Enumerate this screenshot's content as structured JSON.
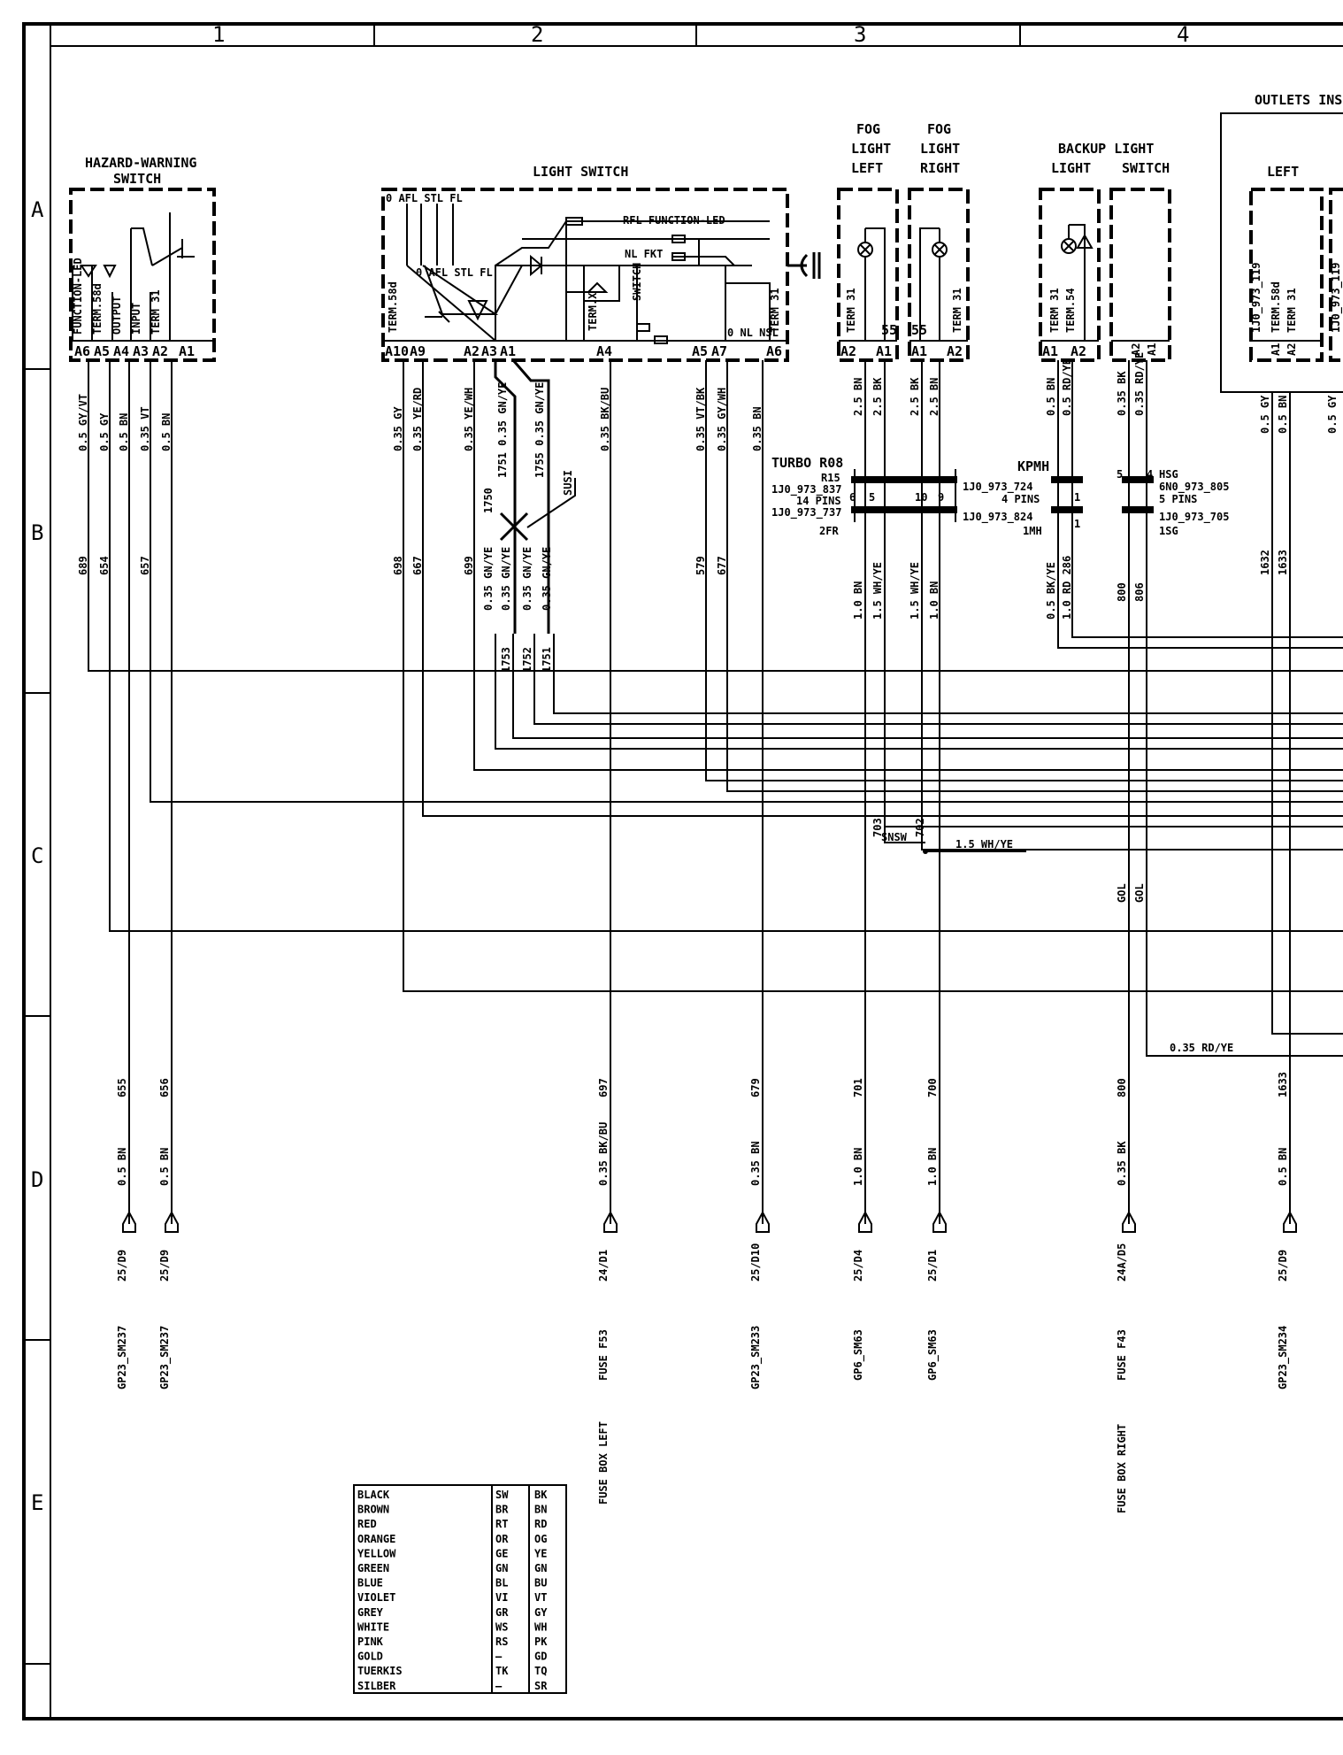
{
  "grid": {
    "columns": [
      "1",
      "2",
      "3",
      "4"
    ],
    "rows": [
      "A",
      "B",
      "C",
      "D",
      "E"
    ]
  },
  "components": {
    "hazard": {
      "title1": "HAZARD-WARNING",
      "title2": "SWITCH",
      "pins": [
        "A6",
        "A5",
        "A4",
        "A3",
        "A2",
        "A1"
      ],
      "labels": [
        "FUNCTION-LED",
        "TERM.58d",
        "OUTPUT",
        "INPUT",
        "TERM 31"
      ]
    },
    "light_switch": {
      "title": "LIGHT SWITCH",
      "pins": [
        "A10",
        "A9",
        "A2",
        "A3",
        "A1",
        "A4",
        "A5",
        "A7",
        "A6"
      ],
      "labels": [
        "TERM.58d",
        "0 AFL STL FL",
        "0 AFL STL FL",
        "RFL FUNCTION-LED",
        "NL FKT",
        "TERM.X",
        "SWITCH",
        "TERM 31",
        "0 NL NSL"
      ]
    },
    "fog_left": {
      "title1": "FOG",
      "title2": "LIGHT",
      "title3": "LEFT",
      "pins": [
        "A2",
        "A1"
      ],
      "term": "TERM 31",
      "pin_no": "55"
    },
    "fog_right": {
      "title1": "FOG",
      "title2": "LIGHT",
      "title3": "RIGHT",
      "pins": [
        "A1",
        "A2"
      ],
      "term": "TERM 31",
      "pin_no": "55"
    },
    "backup": {
      "title1": "BACKUP LIGHT",
      "title2": "LIGHT",
      "title3": "SWITCH",
      "pins": [
        "A1",
        "A2",
        "A2",
        "A1"
      ],
      "labels": [
        "TERM 31",
        "TERM.54"
      ]
    },
    "outlets": {
      "title": "OUTLETS INST",
      "sub": "LEFT",
      "labels": [
        "1J0_973_119",
        "TERM.58d",
        "TERM 31",
        "1J0_973_119"
      ],
      "pins": [
        "A1",
        "A2"
      ]
    }
  },
  "wires": {
    "hazard": [
      "0.5 GY/VT",
      "0.5 GY",
      "0.5 BN",
      "0.35 VT",
      "0.5 BN"
    ],
    "hazard_ids": [
      "689",
      "654",
      "657"
    ],
    "ls": [
      "0.35 GY",
      "0.35 YE/RD",
      "0.35 YE/WH",
      "1751 0.35 GN/YE",
      "1755 0.35 GN/YE",
      "0.35 BK/BU",
      "0.35 VT/BK",
      "0.35 GY/WH",
      "0.35 BN"
    ],
    "ls_ids": [
      "698",
      "667",
      "699",
      "1750",
      "579",
      "677"
    ],
    "ls_lower": [
      "0.35 GN/YE",
      "0.35 GN/YE",
      "0.35 GN/YE",
      "0.35 GN/YE"
    ],
    "ls_lower_ids": [
      "1753",
      "1752",
      "1751"
    ],
    "susi": "SUSI",
    "fog": [
      "2.5 BN",
      "2.5 BK",
      "2.5 BK",
      "2.5 BN"
    ],
    "fog_lower": [
      "1.0 BN",
      "1.5 WH/YE",
      "1.5 WH/YE",
      "1.0 BN"
    ],
    "backup": [
      "0.5 BN",
      "0.5 RD/YE",
      "0.35 BK",
      "0.35 RD/YE"
    ],
    "backup_lower": [
      "0.5 BK/YE",
      "1.0 RD 286",
      "800",
      "806"
    ],
    "outlets": [
      "0.5 GY",
      "0.5 BN",
      "0.5 GY"
    ],
    "outlets_ids": [
      "1632",
      "1633",
      "1633"
    ]
  },
  "connectors": {
    "turbo": {
      "name": "TURBO R08",
      "r": "R15",
      "part1": "1J0_973_837",
      "pins": "14 PINS",
      "part2": "1J0_973_737",
      "fr": "2FR",
      "nums": [
        "6",
        "5",
        "10",
        "9"
      ]
    },
    "kpmh": {
      "name": "KPMH",
      "part1": "1J0_973_724",
      "pins": "4 PINS",
      "part2": "1J0_973_824",
      "mh": "1MH",
      "nums": [
        "1",
        "1"
      ]
    },
    "hsg": {
      "name": "HSG",
      "part1": "6N0_973_805",
      "pins": "5 PINS",
      "part2": "1J0_973_705",
      "sg": "1SG",
      "nums": [
        "5",
        "4"
      ]
    }
  },
  "splice": {
    "ids": [
      "703",
      "702"
    ],
    "name": "SNSW",
    "wire": "1.5 WH/YE"
  },
  "gol": [
    "GOL",
    "GOL"
  ],
  "rdye": "0.35 RD/YE",
  "bottom": [
    {
      "id": "655",
      "wire": "0.5 BN",
      "ref": "25/D9",
      "dest": "GP23_SM237"
    },
    {
      "id": "656",
      "wire": "0.5 BN",
      "ref": "25/D9",
      "dest": "GP23_SM237"
    },
    {
      "id": "697",
      "wire": "0.35 BK/BU",
      "ref": "24/D1",
      "dest": "FUSE F53",
      "dest2": "FUSE BOX LEFT"
    },
    {
      "id": "679",
      "wire": "0.35 BN",
      "ref": "25/D10",
      "dest": "GP23_SM233"
    },
    {
      "id": "701",
      "wire": "1.0 BN",
      "ref": "25/D4",
      "dest": "GP6_SM63"
    },
    {
      "id": "700",
      "wire": "1.0 BN",
      "ref": "25/D1",
      "dest": "GP6_SM63"
    },
    {
      "id": "800",
      "wire": "0.35 BK",
      "ref": "24A/D5",
      "dest": "FUSE F43",
      "dest2": "FUSE BOX RIGHT"
    },
    {
      "id": "1633",
      "wire": "0.5 BN",
      "ref": "25/D9",
      "dest": "GP23_SM234"
    }
  ],
  "legend": [
    [
      "BLACK",
      "SW",
      "BK"
    ],
    [
      "BROWN",
      "BR",
      "BN"
    ],
    [
      "RED",
      "RT",
      "RD"
    ],
    [
      "ORANGE",
      "OR",
      "OG"
    ],
    [
      "YELLOW",
      "GE",
      "YE"
    ],
    [
      "GREEN",
      "GN",
      "GN"
    ],
    [
      "BLUE",
      "BL",
      "BU"
    ],
    [
      "VIOLET",
      "VI",
      "VT"
    ],
    [
      "GREY",
      "GR",
      "GY"
    ],
    [
      "WHITE",
      "WS",
      "WH"
    ],
    [
      "PINK",
      "RS",
      "PK"
    ],
    [
      "GOLD",
      "—",
      "GD"
    ],
    [
      "TUERKIS",
      "TK",
      "TQ"
    ],
    [
      "SILBER",
      "—",
      "SR"
    ]
  ]
}
